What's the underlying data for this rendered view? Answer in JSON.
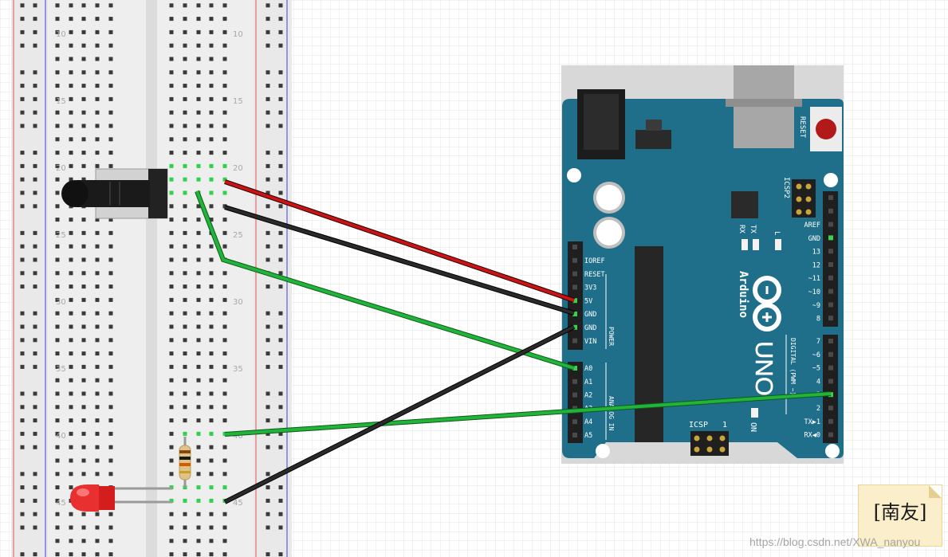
{
  "colors": {
    "grid_line": "#e4e4e4",
    "board_body": "#1f6f8b",
    "wire_red": "#c81414",
    "wire_black": "#1e1e1e",
    "wire_green": "#22b43a",
    "breadboard": "#e9e9e9",
    "rail_red": "#e55353",
    "rail_blue": "#3f3fd6"
  },
  "breadboard": {
    "row_numbers": [
      "10",
      "15",
      "20",
      "25",
      "30",
      "35",
      "40",
      "45"
    ]
  },
  "arduino": {
    "brand": "Arduino",
    "model": "UNO",
    "reset_label": "RESET",
    "icsp2_label": "ICSP2",
    "icsp_label": "ICSP",
    "icsp_num": "1",
    "on_label": "ON",
    "tx_label": "TX",
    "rx_label": "RX",
    "l_label": "L",
    "power_label": "POWER",
    "analog_label": "ANALOG IN",
    "digital_label": "DIGITAL (PWM ~)",
    "power_pins": [
      "IOREF",
      "RESET",
      "3V3",
      "5V",
      "GND",
      "GND",
      "VIN"
    ],
    "analog_pins": [
      "A0",
      "A1",
      "A2",
      "A3",
      "A4",
      "A5"
    ],
    "digital_top_pins": [
      "AREF",
      "GND",
      "13",
      "12",
      "~11",
      "~10",
      "~9",
      "8"
    ],
    "digital_bottom_pins": [
      "7",
      "~6",
      "~5",
      "4",
      "~3",
      "2",
      "TX▶1",
      "RX◀0"
    ]
  },
  "watermark": "https://blog.csdn.net/XWA_nanyou",
  "note_text": "[南友]"
}
